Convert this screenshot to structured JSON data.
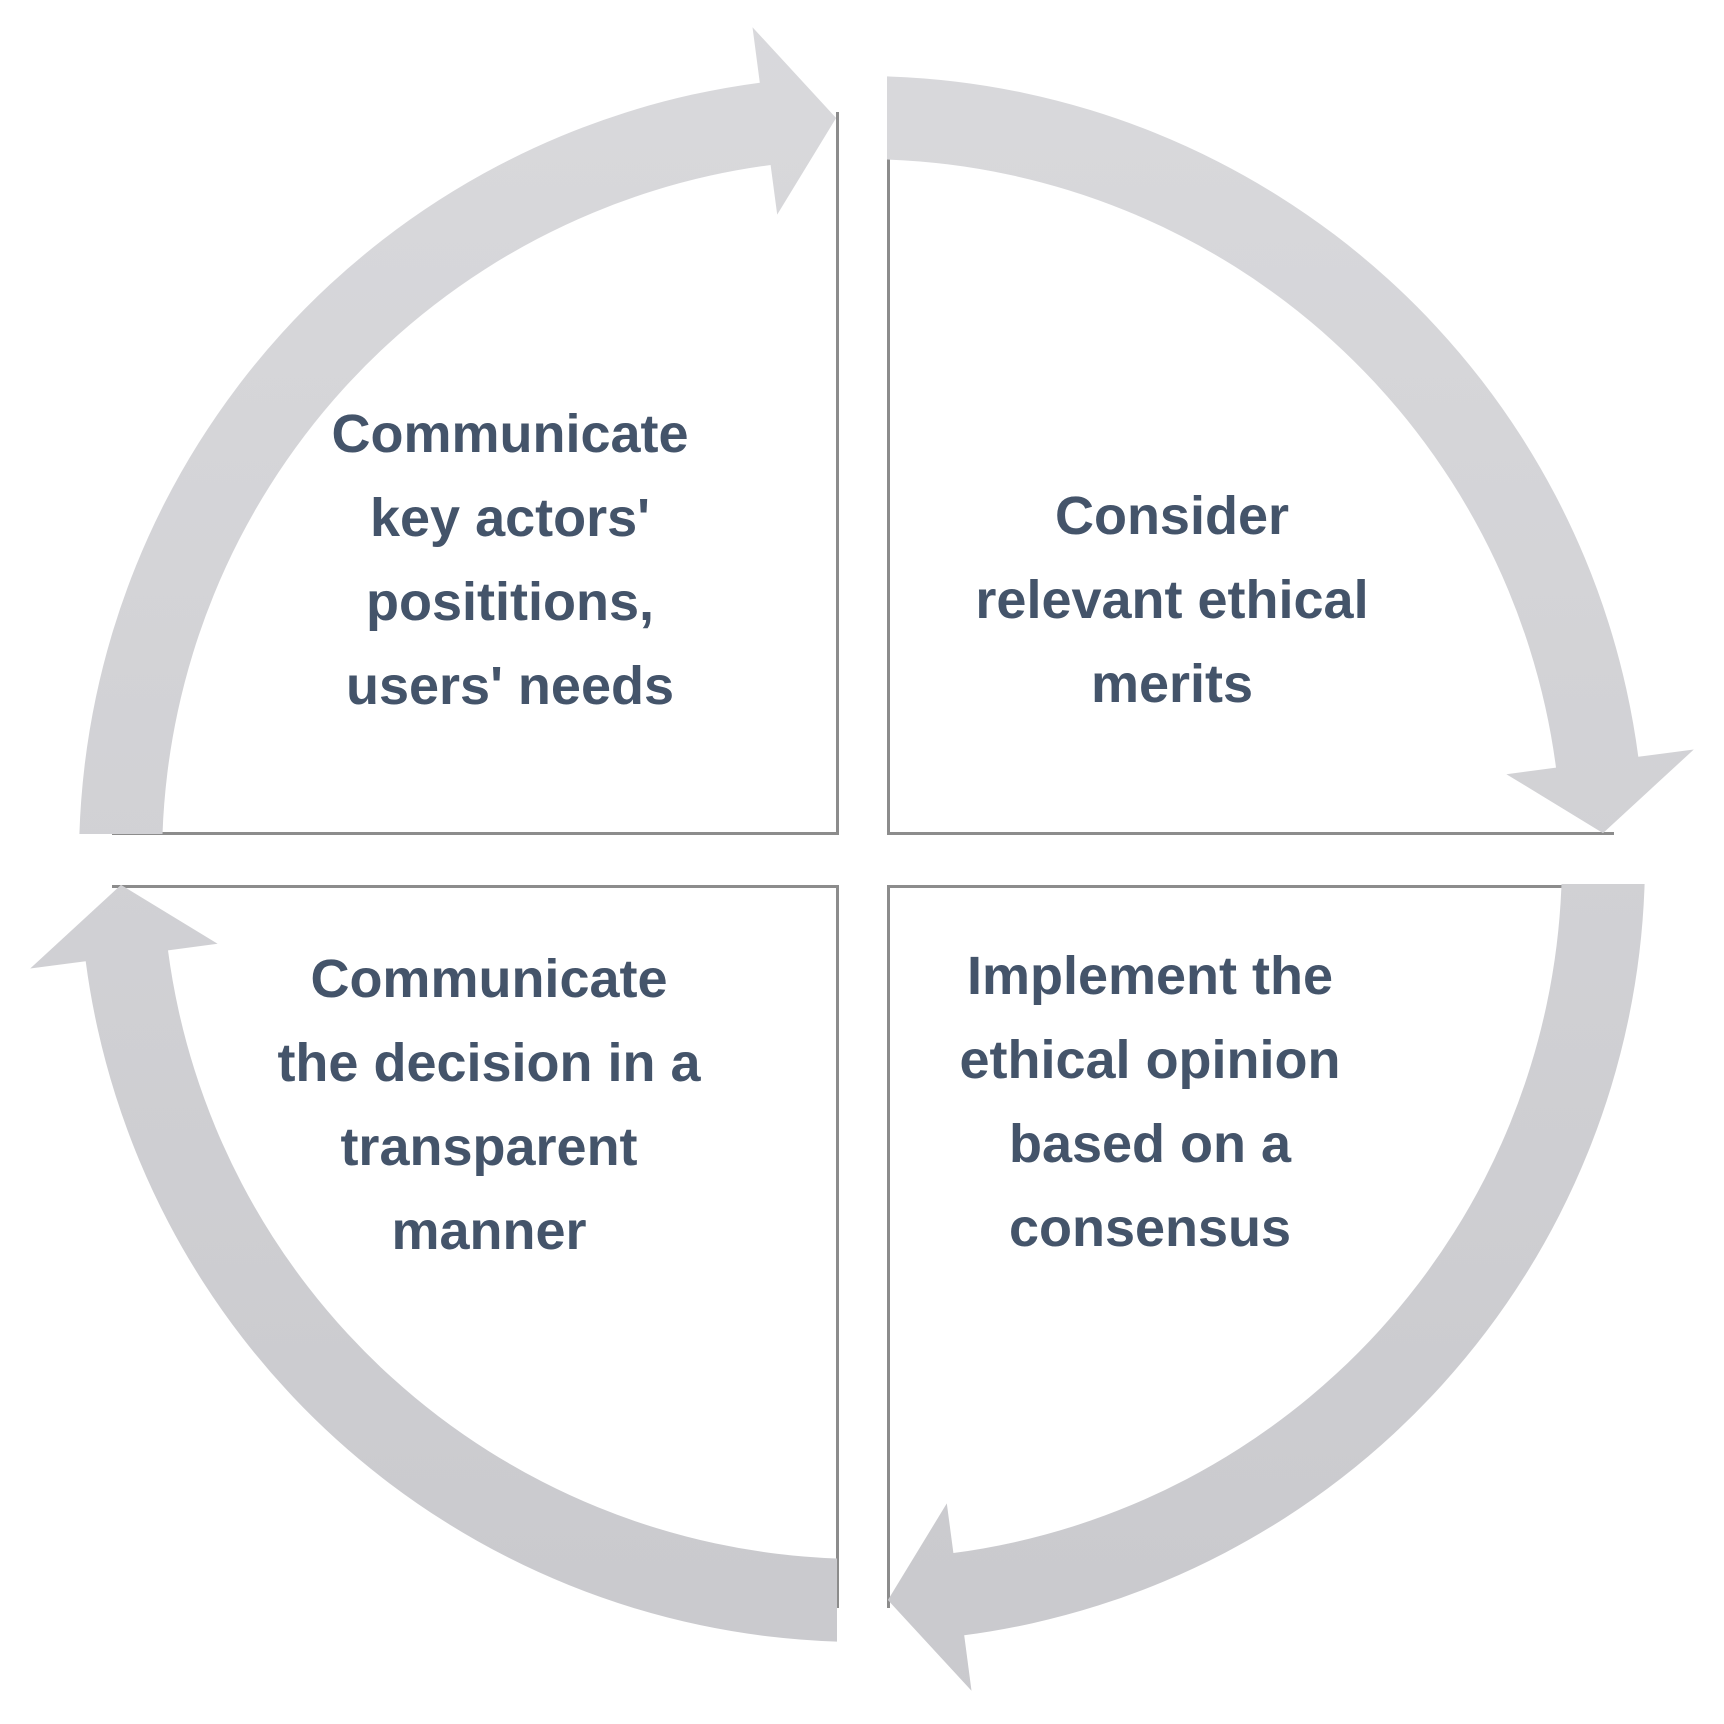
{
  "diagram": {
    "type": "cycle",
    "flow_direction": "clockwise",
    "colors": {
      "background": "#ffffff",
      "text": "#44546a",
      "panel_background": "#ffffff",
      "panel_border": "#8c8c8c",
      "arrow_fill_top": "#d9d9dc",
      "arrow_fill_bottom": "#c9c9cd"
    },
    "steps": [
      {
        "position": "top-left",
        "lines": [
          "Communicate",
          "key actors'",
          "posititions,",
          "users' needs"
        ],
        "text": "Communicate key actors' posititions, users' needs"
      },
      {
        "position": "top-right",
        "lines": [
          "Consider",
          "relevant ethical",
          "merits"
        ],
        "text": "Consider relevant ethical merits"
      },
      {
        "position": "bottom-right",
        "lines": [
          "Implement the",
          "ethical opinion",
          "based on a",
          "consensus"
        ],
        "text": "Implement the ethical opinion based on a consensus"
      },
      {
        "position": "bottom-left",
        "lines": [
          "Communicate",
          "the decision in a",
          "transparent",
          "manner"
        ],
        "text": "Communicate the decision in a transparent manner"
      }
    ]
  }
}
